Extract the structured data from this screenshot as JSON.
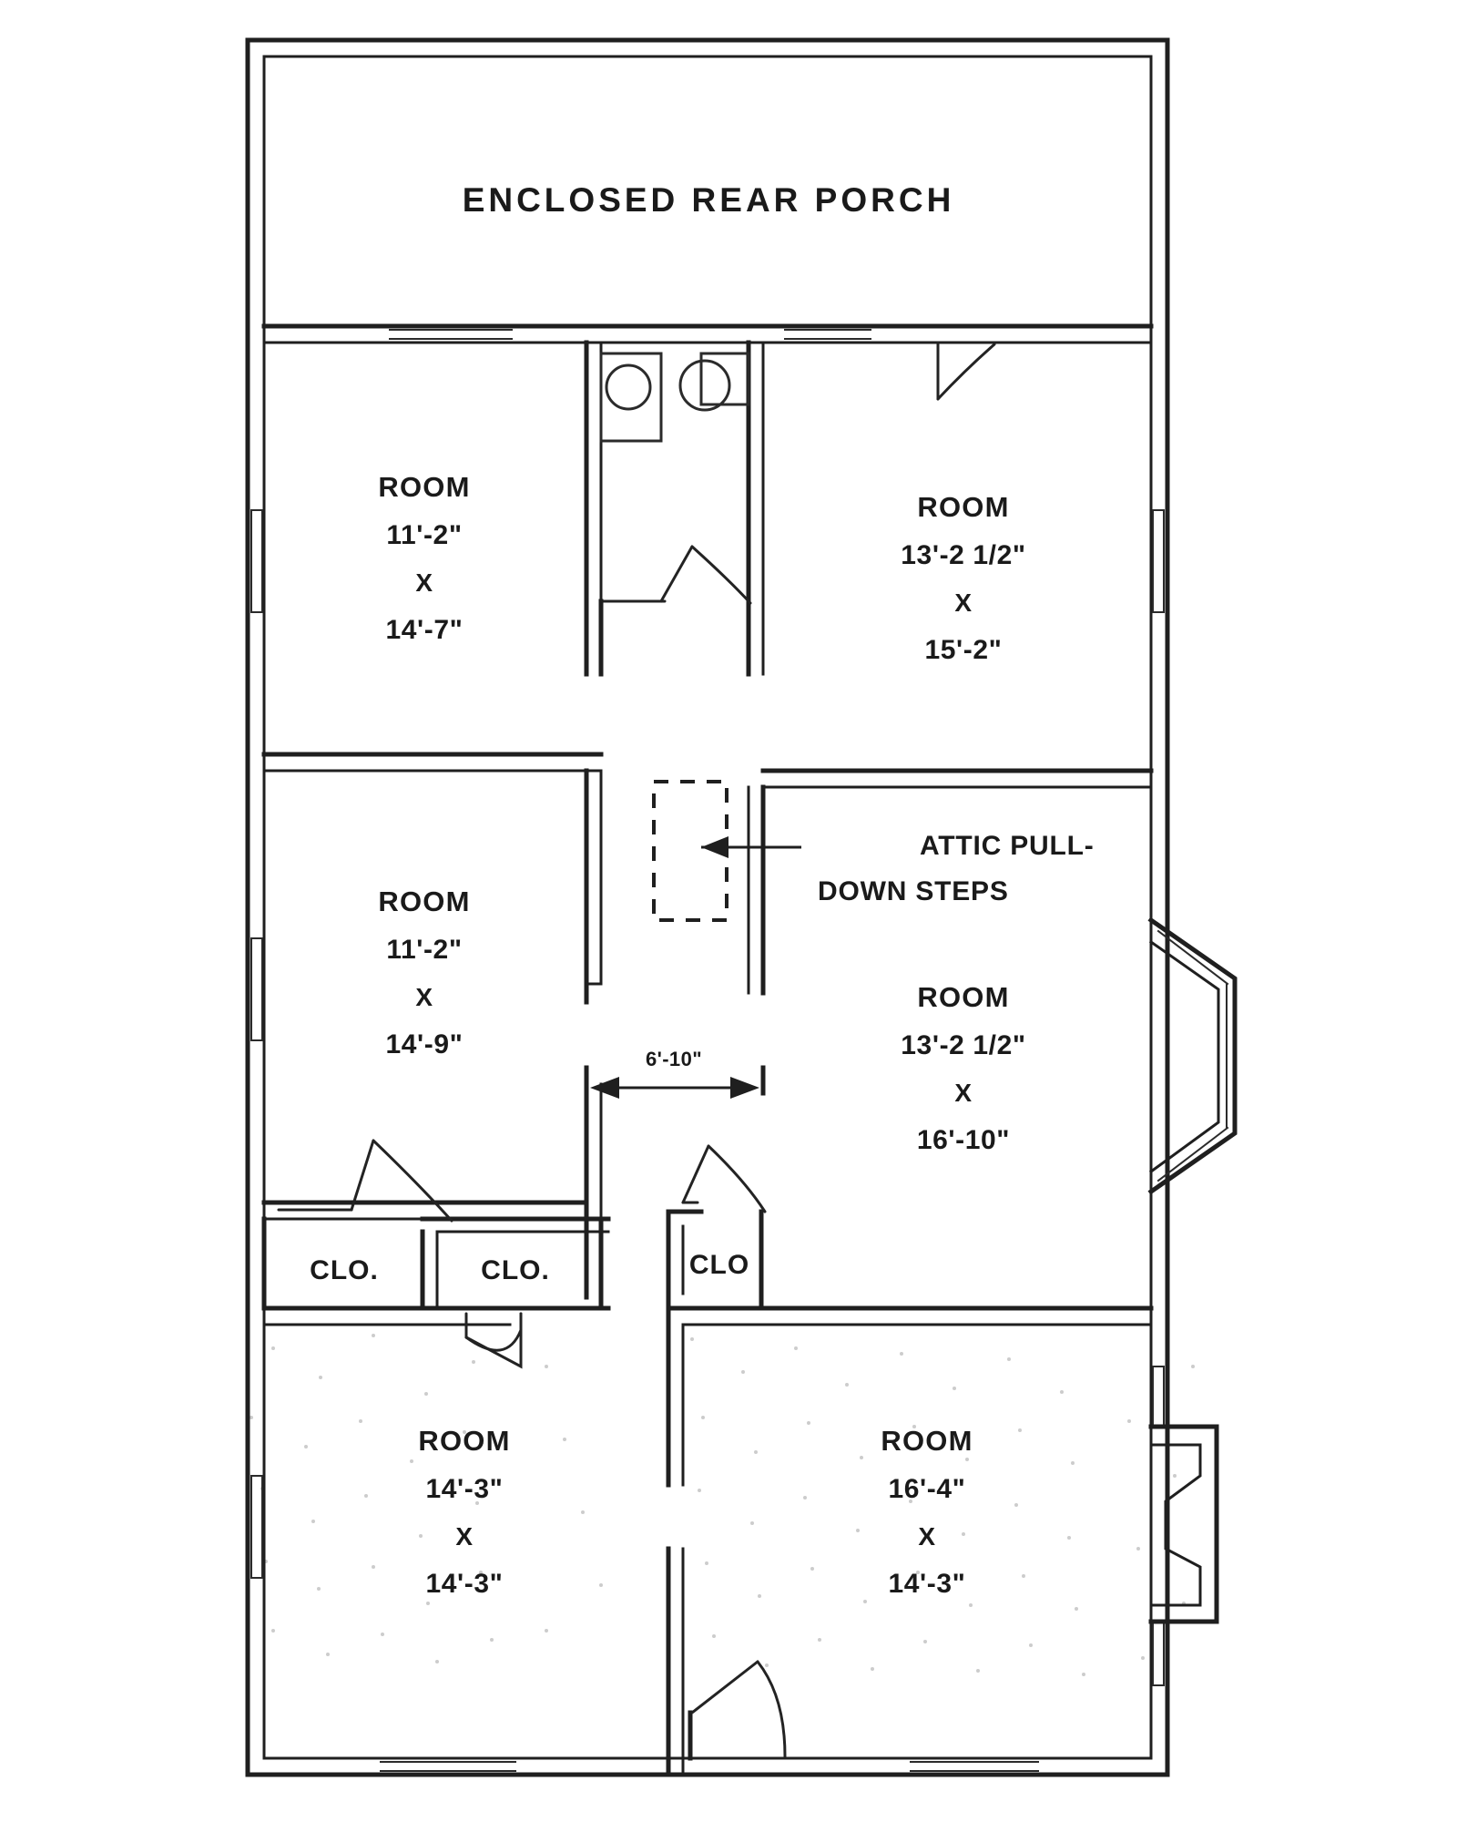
{
  "drawing": {
    "kind": "residential-floor-plan",
    "title": "ENCLOSED REAR PORCH"
  },
  "rooms": {
    "porch": {
      "label": "ENCLOSED REAR PORCH"
    },
    "top_left": {
      "label": "ROOM",
      "dim1": "11'-2\"",
      "x": "X",
      "dim2": "14'-7\""
    },
    "top_right": {
      "label": "ROOM",
      "dim1": "13'-2 1/2\"",
      "x": "X",
      "dim2": "15'-2\""
    },
    "mid_left": {
      "label": "ROOM",
      "dim1": "11'-2\"",
      "x": "X",
      "dim2": "14'-9\""
    },
    "mid_right": {
      "label": "ROOM",
      "dim1": "13'-2 1/2\"",
      "x": "X",
      "dim2": "16'-10\""
    },
    "bottom_left": {
      "label": "ROOM",
      "dim1": "14'-3\"",
      "x": "X",
      "dim2": "14'-3\""
    },
    "bottom_right": {
      "label": "ROOM",
      "dim1": "16'-4\"",
      "x": "X",
      "dim2": "14'-3\""
    }
  },
  "closets": {
    "closet_1": "CLO.",
    "closet_2": "CLO.",
    "closet_3": "CLO"
  },
  "annotations": {
    "attic_line1": "ATTIC PULL-",
    "attic_line2": "DOWN STEPS",
    "hall_width": "6'-10\""
  },
  "colors": {
    "ink": "#1f1f1f",
    "paper": "#ffffff",
    "speckle": "#9a9a9a"
  }
}
